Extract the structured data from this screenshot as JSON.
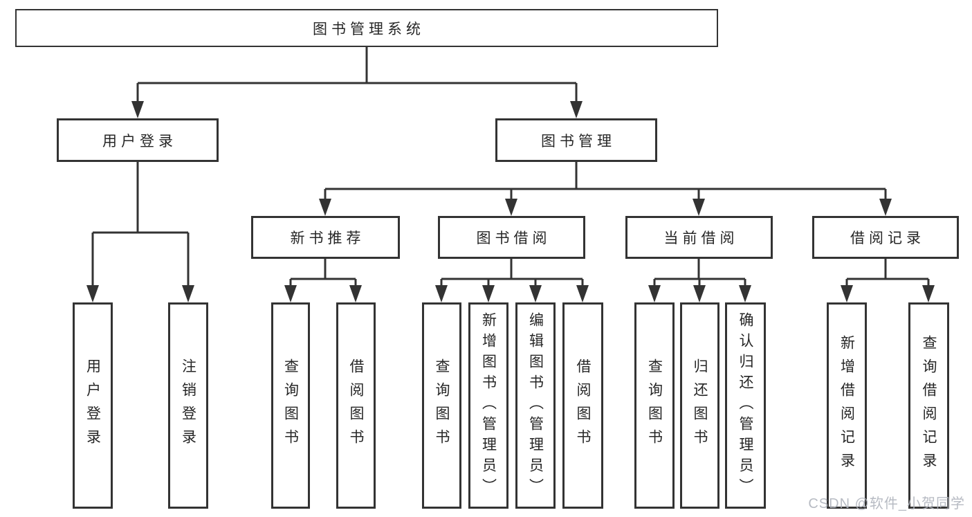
{
  "diagram": {
    "root": "图书管理系统",
    "branches": [
      {
        "label": "用户登录",
        "children": [
          {
            "label": "用户登录"
          },
          {
            "label": "注销登录"
          }
        ]
      },
      {
        "label": "图书管理",
        "sections": [
          {
            "label": "新书推荐",
            "children": [
              {
                "label": "查询图书"
              },
              {
                "label": "借阅图书"
              }
            ]
          },
          {
            "label": "图书借阅",
            "children": [
              {
                "label": "查询图书"
              },
              {
                "label": "新增图书（管理员）"
              },
              {
                "label": "编辑图书（管理员）"
              },
              {
                "label": "借阅图书"
              }
            ]
          },
          {
            "label": "当前借阅",
            "children": [
              {
                "label": "查询图书"
              },
              {
                "label": "归还图书"
              },
              {
                "label": "确认归还（管理员）"
              }
            ]
          },
          {
            "label": "借阅记录",
            "children": [
              {
                "label": "新增借阅记录"
              },
              {
                "label": "查询借阅记录"
              }
            ]
          }
        ]
      }
    ]
  },
  "watermark": "CSDN @软件_小贺同学",
  "colors": {
    "line": "#333333",
    "text": "#262626",
    "box_fill": "#ffffff",
    "watermark": "#afb4bc",
    "background": "#ffffff"
  }
}
